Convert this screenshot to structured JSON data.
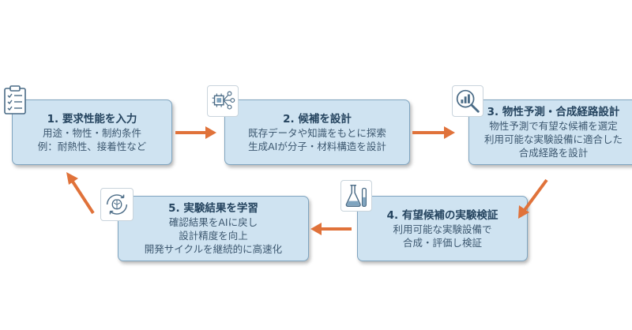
{
  "colors": {
    "box_fill": "#cfe3f1",
    "box_border": "#7fa4bf",
    "arrow": "#e0723a",
    "text": "#2f4d66"
  },
  "steps": [
    {
      "title": "1. 要求性能を入力",
      "lines": [
        "用途・物性・制約条件",
        "例：耐熱性、接着性など"
      ],
      "icon": "clipboard-checklist-icon"
    },
    {
      "title": "2. 候補を設計",
      "lines": [
        "既存データや知識をもとに探索",
        "生成AIが分子・材料構造を設計"
      ],
      "icon": "ai-chip-network-icon"
    },
    {
      "title": "3. 物性予測・合成経路設計",
      "lines": [
        "物性予測で有望な候補を選定",
        "利用可能な実験設備に適合した",
        "合成経路を設計"
      ],
      "icon": "magnifier-chart-icon"
    },
    {
      "title": "4. 有望候補の実験検証",
      "lines": [
        "利用可能な実験設備で",
        "合成・評価し検証"
      ],
      "icon": "lab-flask-icon"
    },
    {
      "title": "5. 実験結果を学習",
      "lines": [
        "確認結果をAIに戻し",
        "設計精度を向上",
        "開発サイクルを継続的に高速化"
      ],
      "icon": "brain-cycle-icon"
    }
  ]
}
